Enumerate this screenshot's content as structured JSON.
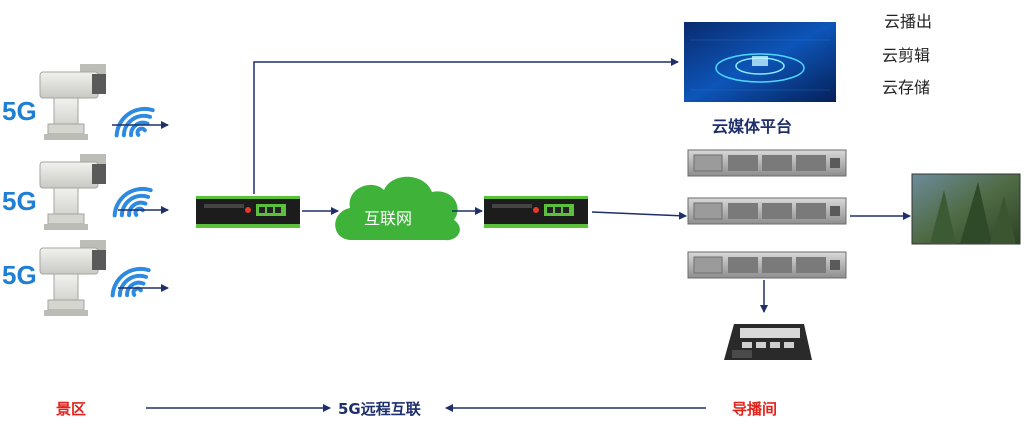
{
  "labels": {
    "five_g": "5G",
    "cloud": "互联网",
    "platform": "云媒体平台",
    "services": [
      "云播出",
      "云剪辑",
      "云存储"
    ],
    "scenic": "景区",
    "link": "5G远程互联",
    "director": "导播间"
  },
  "colors": {
    "five_g": "#1f7fd4",
    "cloud": "#3fb23a",
    "arrow": "#1e2f6b",
    "scenic": "#e0241d",
    "link": "#1e2f6b",
    "director": "#e0241d",
    "router_accent": "#5cc13a"
  },
  "icons": [
    "camera-icon",
    "wifi-signal-icon",
    "router-icon",
    "cloud-icon",
    "server-icon",
    "video-wall-icon",
    "monitor-icon",
    "switcher-console-icon"
  ]
}
